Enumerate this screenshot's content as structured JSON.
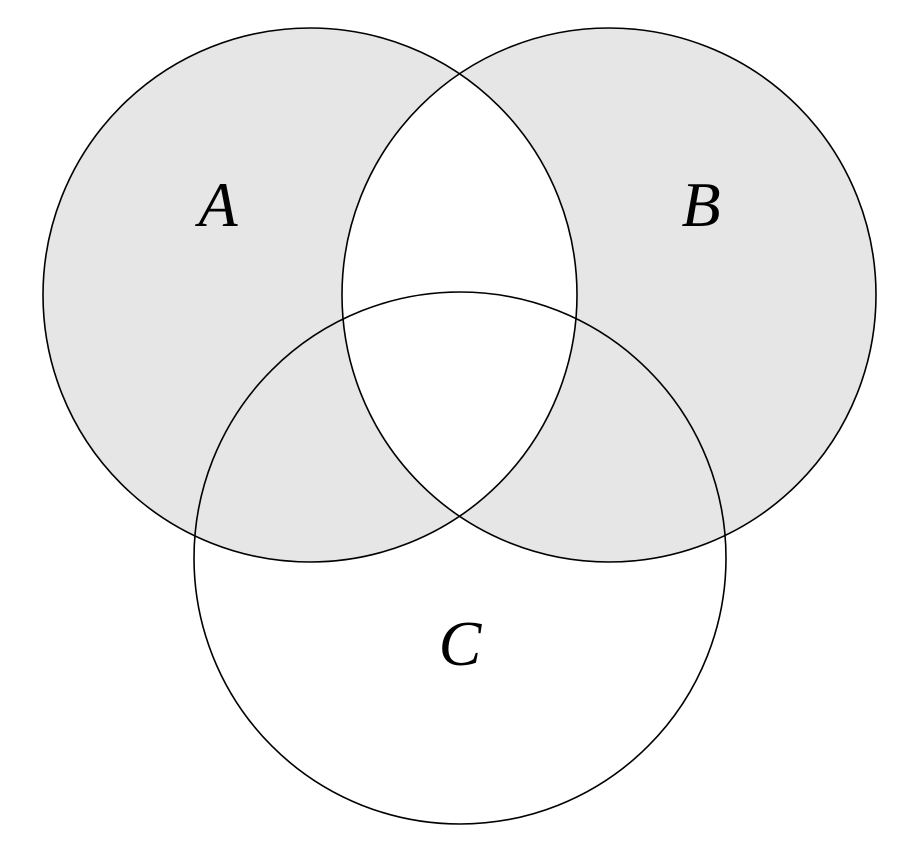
{
  "diagram": {
    "type": "venn-diagram-3-sets",
    "labels": {
      "set_a": "A",
      "set_b": "B",
      "set_c": "C"
    },
    "colors": {
      "shaded_fill": "#e6e6e6",
      "stroke": "#000000",
      "background": "#ffffff"
    },
    "shaded_region": "symmetric difference of A and B (A and B shaded, A∩B white, C-only white)"
  }
}
